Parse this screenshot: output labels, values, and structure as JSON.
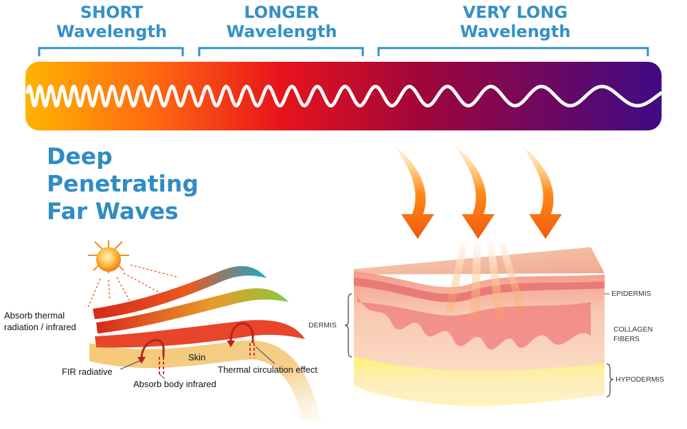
{
  "headers": [
    {
      "line1": "SHORT",
      "line2": "Wavelength"
    },
    {
      "line1": "LONGER",
      "line2": "Wavelength"
    },
    {
      "line1": "VERY LONG",
      "line2": "Wavelength"
    }
  ],
  "title": {
    "line1": "Deep",
    "line2": "Penetrating",
    "line3": "Far Waves"
  },
  "left_diagram": {
    "absorb_thermal_1": "Absorb thermal",
    "absorb_thermal_2": "radiation / infrared",
    "fir_radiative": "FIR radiative",
    "skin": "Skin",
    "absorb_body": "Absorb body infrared",
    "thermal_circulation": "Thermal circulation effect"
  },
  "skin_layers": {
    "epidermis": "EPIDERMIS",
    "dermis": "DERMIS",
    "collagen_1": "COLLAGEN",
    "collagen_2": "FIBERS",
    "hypodermis": "HYPODERMIS"
  },
  "colors": {
    "header_blue": "#3391c8",
    "spectrum_start": "#ffb300",
    "spectrum_mid": "#e8141c",
    "spectrum_end": "#3f0a84"
  }
}
